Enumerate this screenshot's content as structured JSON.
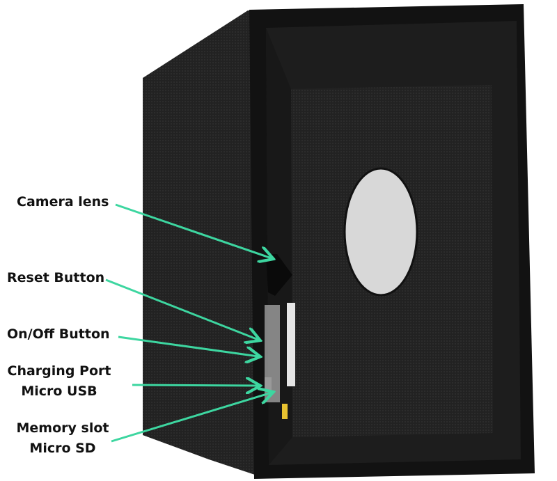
{
  "colors": {
    "arrow": "#3dd6a0",
    "box": "#1c1c1c",
    "oval": "#d8d8d8"
  },
  "labels": {
    "camera_lens": "Camera lens",
    "reset_button": "Reset Button",
    "on_off_button": "On/Off Button",
    "charging_port_line1": "Charging Port",
    "charging_port_line2": "Micro USB",
    "memory_slot_line1": "Memory slot",
    "memory_slot_line2": "Micro SD"
  }
}
